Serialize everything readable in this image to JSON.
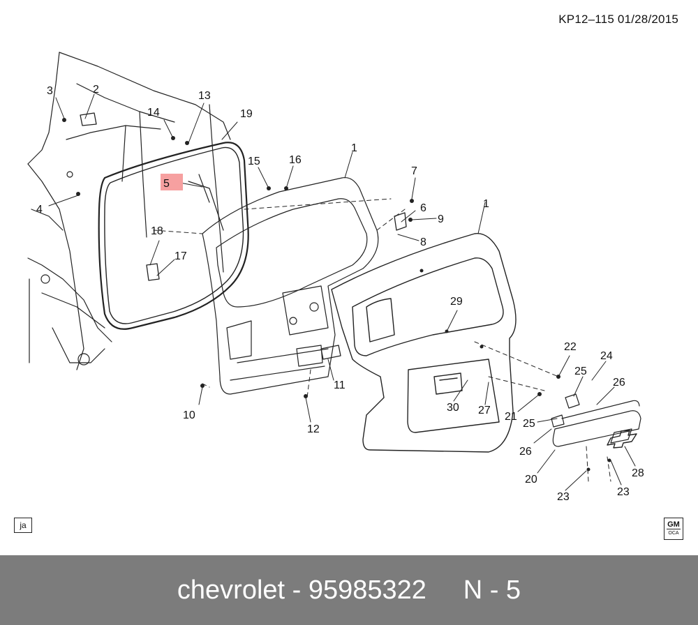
{
  "header": {
    "ref_code": "KP12–115  01/28/2015"
  },
  "language_tag": "ja",
  "logo": {
    "brand": "GM",
    "sub": "OCA"
  },
  "highlight_color": "#f6a0a0",
  "callouts": {
    "c1a": "1",
    "c1b": "1",
    "c2": "2",
    "c3": "3",
    "c4": "4",
    "c5": "5",
    "c6": "6",
    "c7": "7",
    "c8": "8",
    "c9": "9",
    "c10": "10",
    "c11": "11",
    "c12": "12",
    "c13": "13",
    "c14": "14",
    "c15": "15",
    "c16": "16",
    "c17": "17",
    "c18": "18",
    "c19": "19",
    "c20": "20",
    "c21": "21",
    "c22": "22",
    "c23a": "23",
    "c23b": "23",
    "c24": "24",
    "c25a": "25",
    "c25b": "25",
    "c26a": "26",
    "c26b": "26",
    "c27": "27",
    "c28": "28",
    "c29": "29",
    "c30": "30"
  },
  "footer": {
    "text": "chevrolet - 95985322     N - 5"
  }
}
